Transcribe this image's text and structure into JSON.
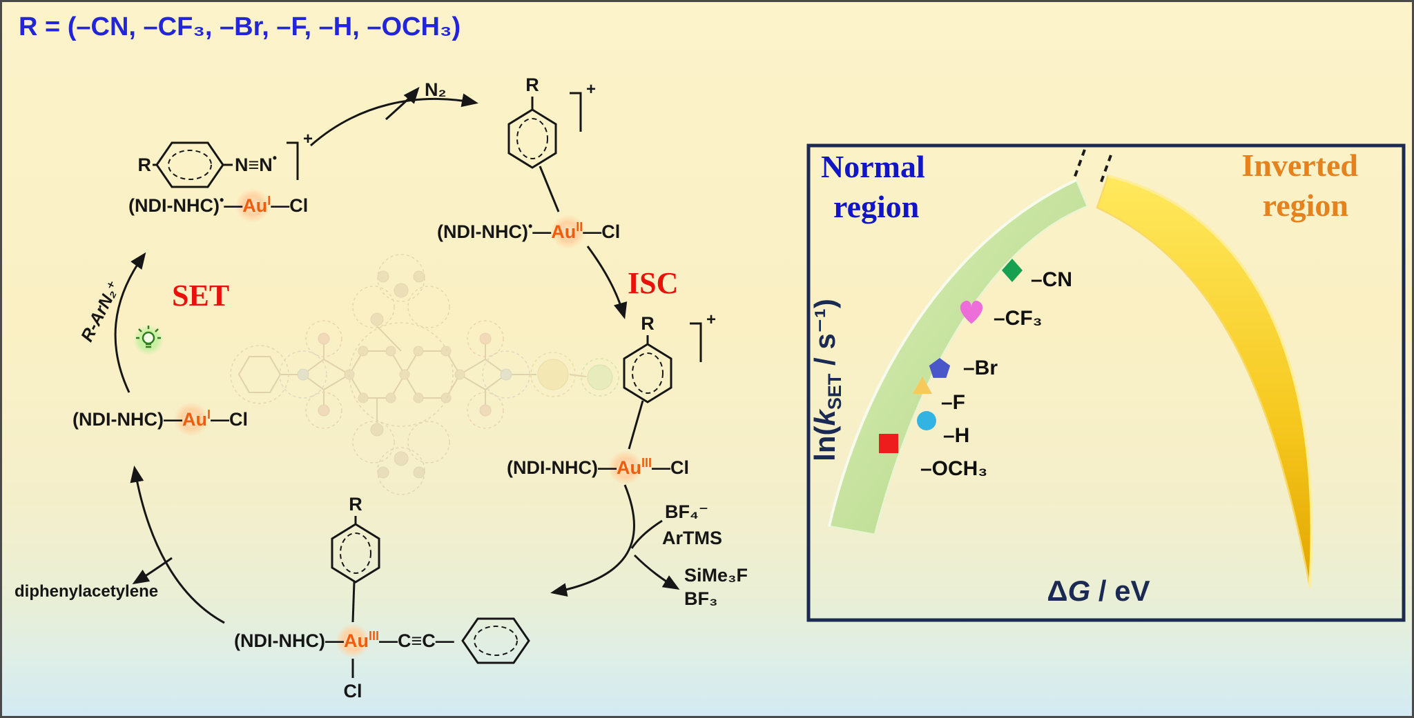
{
  "header": {
    "r_definition": "R = (–CN, –CF₃, –Br, –F, –H, –OCH₃)"
  },
  "chem": {
    "ligand": "(NDI-NHC)",
    "radical_dot": "•",
    "bond_dash": "—",
    "au": "Au",
    "ox_I": "I",
    "ox_II": "II",
    "ox_III": "III",
    "cl": "Cl",
    "r_sub": "R",
    "plus": "+",
    "diazo": "N≡N",
    "alkyne": "C≡C",
    "n2": "N₂",
    "set_label": "SET",
    "isc_label": "ISC",
    "set_reagent": "R-ArN₂⁺",
    "diphenylacetylene": "diphenylacetylene",
    "bf4": "BF₄⁻",
    "artms": "ArTMS",
    "sime3f": "SiMe₃F",
    "bf3": "BF₃"
  },
  "plot": {
    "normal_line1": "Normal",
    "normal_line2": "region",
    "inverted_line1": "Inverted",
    "inverted_line2": "region",
    "ylabel": {
      "p1": "ln(",
      "k": "k",
      "sub": "SET",
      "p2": " / s⁻¹)"
    },
    "xlabel": {
      "delta": "Δ",
      "g": "G",
      "rest": " / eV"
    },
    "points": [
      {
        "label": "–CN",
        "marker": "diamond",
        "color": "#17a04f"
      },
      {
        "label": "–CF₃",
        "marker": "heart",
        "color": "#ee6ed9"
      },
      {
        "label": "–Br",
        "marker": "pentagon",
        "color": "#4a57c8"
      },
      {
        "label": "–F",
        "marker": "triangle",
        "color": "#f7c95b"
      },
      {
        "label": "–H",
        "marker": "circle",
        "color": "#33b3e2"
      },
      {
        "label": "–OCH₃",
        "marker": "square",
        "color": "#ec1d1c"
      }
    ]
  }
}
